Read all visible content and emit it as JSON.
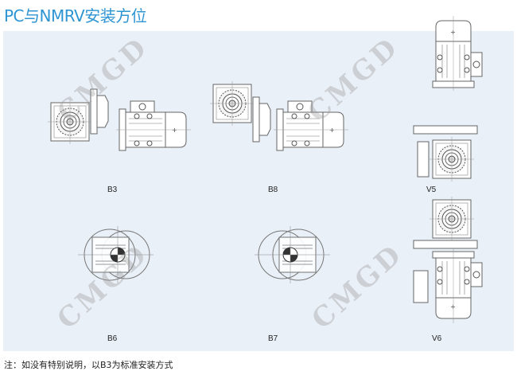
{
  "title": "PC与NMRV安装方位",
  "positions": [
    {
      "label": "B3"
    },
    {
      "label": "B8"
    },
    {
      "label": "V5"
    },
    {
      "label": "B6"
    },
    {
      "label": "B7"
    },
    {
      "label": "V6"
    }
  ],
  "watermark": "CMGD",
  "note": "注：如没有特别说明，以B3为标准安装方式",
  "colors": {
    "title": "#2e95d3",
    "panel": "#eaf0f7"
  }
}
